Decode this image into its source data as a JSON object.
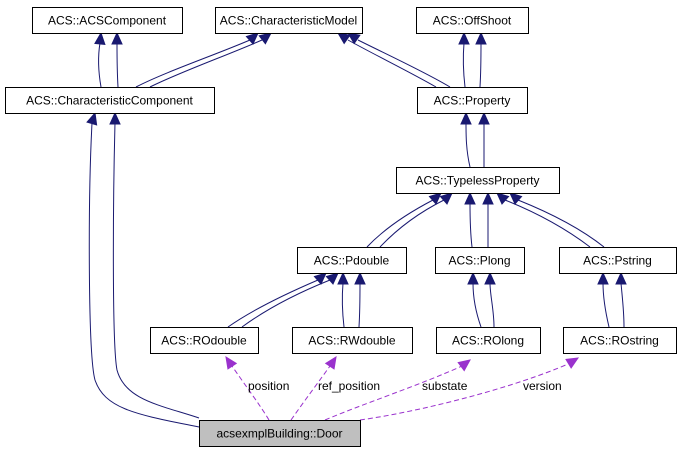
{
  "diagram": {
    "type": "collaboration-graph",
    "nodes": [
      {
        "id": "acscomponent",
        "label": "ACS::ACSComponent"
      },
      {
        "id": "characteristicmodel",
        "label": "ACS::CharacteristicModel"
      },
      {
        "id": "offshoot",
        "label": "ACS::OffShoot"
      },
      {
        "id": "characteristiccomponent",
        "label": "ACS::CharacteristicComponent"
      },
      {
        "id": "property",
        "label": "ACS::Property"
      },
      {
        "id": "typelessproperty",
        "label": "ACS::TypelessProperty"
      },
      {
        "id": "pdouble",
        "label": "ACS::Pdouble"
      },
      {
        "id": "plong",
        "label": "ACS::Plong"
      },
      {
        "id": "pstring",
        "label": "ACS::Pstring"
      },
      {
        "id": "rodouble",
        "label": "ACS::ROdouble"
      },
      {
        "id": "rwdouble",
        "label": "ACS::RWdouble"
      },
      {
        "id": "rolong",
        "label": "ACS::ROlong"
      },
      {
        "id": "rostring",
        "label": "ACS::ROstring"
      },
      {
        "id": "door",
        "label": "acsexmplBuilding::Door",
        "focus": true
      }
    ],
    "inheritance_edges": [
      {
        "from": "characteristiccomponent",
        "to": "acscomponent",
        "count": 2
      },
      {
        "from": "characteristiccomponent",
        "to": "characteristicmodel",
        "count": 2
      },
      {
        "from": "property",
        "to": "characteristicmodel",
        "count": 2
      },
      {
        "from": "property",
        "to": "offshoot",
        "count": 2
      },
      {
        "from": "typelessproperty",
        "to": "property",
        "count": 2
      },
      {
        "from": "pdouble",
        "to": "typelessproperty",
        "count": 2
      },
      {
        "from": "plong",
        "to": "typelessproperty",
        "count": 2
      },
      {
        "from": "pstring",
        "to": "typelessproperty",
        "count": 2
      },
      {
        "from": "rodouble",
        "to": "pdouble",
        "count": 2
      },
      {
        "from": "rwdouble",
        "to": "pdouble",
        "count": 2
      },
      {
        "from": "rolong",
        "to": "plong",
        "count": 2
      },
      {
        "from": "rostring",
        "to": "pstring",
        "count": 2
      },
      {
        "from": "door",
        "to": "characteristiccomponent",
        "count": 2
      }
    ],
    "usage_edges": [
      {
        "from": "door",
        "to": "rodouble",
        "label": "position"
      },
      {
        "from": "door",
        "to": "rwdouble",
        "label": "ref_position"
      },
      {
        "from": "door",
        "to": "rolong",
        "label": "substate"
      },
      {
        "from": "door",
        "to": "rostring",
        "label": "version"
      }
    ],
    "colors": {
      "inheritance": "#191970",
      "usage": "#9a32cd",
      "focus_fill": "#bfbfbf"
    }
  }
}
